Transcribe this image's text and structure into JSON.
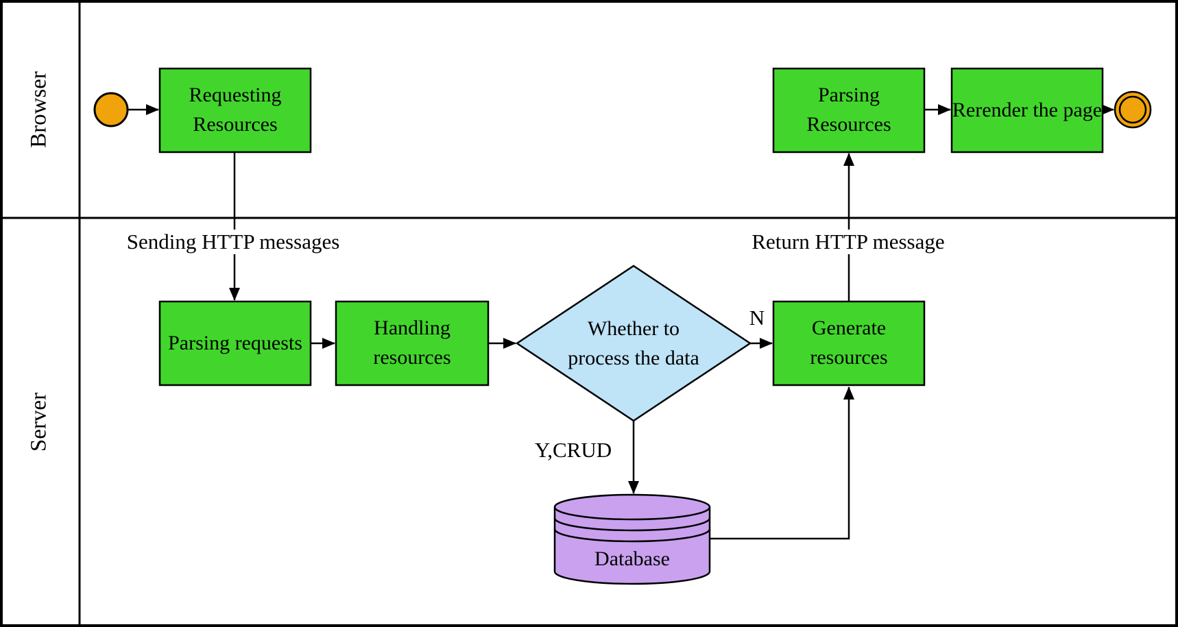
{
  "diagram": {
    "lanes": {
      "browser": "Browser",
      "server": "Server"
    },
    "nodes": {
      "requesting_resources": "Requesting Resources",
      "parsing_resources": "Parsing Resources",
      "rerender_page": "Rerender the page",
      "parsing_requests": "Parsing requests",
      "handling_resources": "Handling resources",
      "decision": "Whether to process the data",
      "generate_resources": "Generate resources",
      "database": "Database"
    },
    "edge_labels": {
      "sending_http": "Sending HTTP messages",
      "return_http": "Return HTTP message",
      "decision_no": "N",
      "decision_yes": "Y,CRUD"
    },
    "colors": {
      "task_fill": "#42d62c",
      "decision_fill": "#bfe3f7",
      "database_fill": "#c9a1ee",
      "event_fill": "#f0a30a",
      "stroke": "#000000",
      "background": "#ffffff"
    }
  }
}
